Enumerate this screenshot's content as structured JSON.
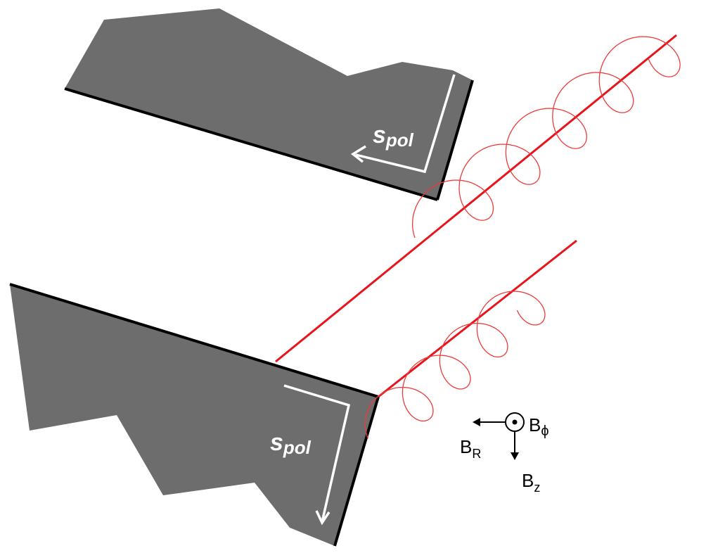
{
  "labels": {
    "upper_s_main": "s",
    "upper_s_sub": "pol",
    "lower_s_main": "s",
    "lower_s_sub": "pol",
    "b_phi_main": "B",
    "b_phi_sub": "ϕ",
    "b_r_main": "B",
    "b_r_sub": "R",
    "b_z_main": "B",
    "b_z_sub": "z"
  },
  "colors": {
    "tile": "#6d6d6d",
    "tile_edge": "#000000",
    "field_line": "#e8141b",
    "helix": "#ee3a3a",
    "arrow_white": "#ffffff",
    "axis": "#000000"
  }
}
